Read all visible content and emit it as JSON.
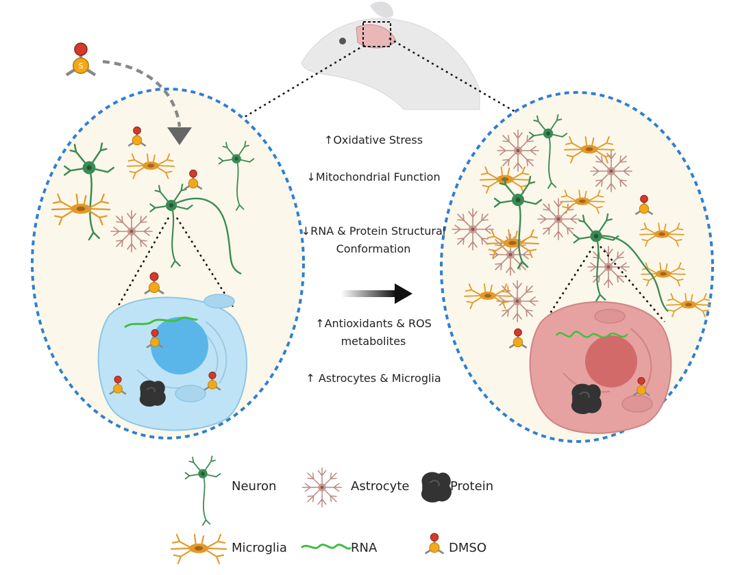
{
  "dmso_atom_o": "O",
  "dmso_atom_s": "S",
  "effects": [
    "↑Oxidative Stress",
    "↓Mitochondrial Function",
    "↓RNA & Protein Structural Conformation",
    "↑Antioxidants & ROS metabolites",
    "↑  Astrocytes & Microglia"
  ],
  "legend": {
    "neuron": "Neuron",
    "astrocyte": "Astrocyte",
    "protein": "Protein",
    "microglia": "Microglia",
    "rna": "RNA",
    "dmso": "DMSO"
  },
  "colors": {
    "dashed_border": "#2f7fd0",
    "panel_fill": "#fbf7ea",
    "healthy_cell": "#bfe3f6",
    "healthy_nucleus": "#5ab6e8",
    "stressed_cell": "#e6a1a1",
    "stressed_nucleus": "#d36a6a",
    "neuron": "#3a8a55",
    "microglia": "#e19a2a",
    "astrocyte": "#b98a84",
    "rna": "#3fbf3f",
    "protein": "#333333",
    "dmso_oxygen": "#d23a2a",
    "dmso_sulfur": "#f2a81a"
  }
}
